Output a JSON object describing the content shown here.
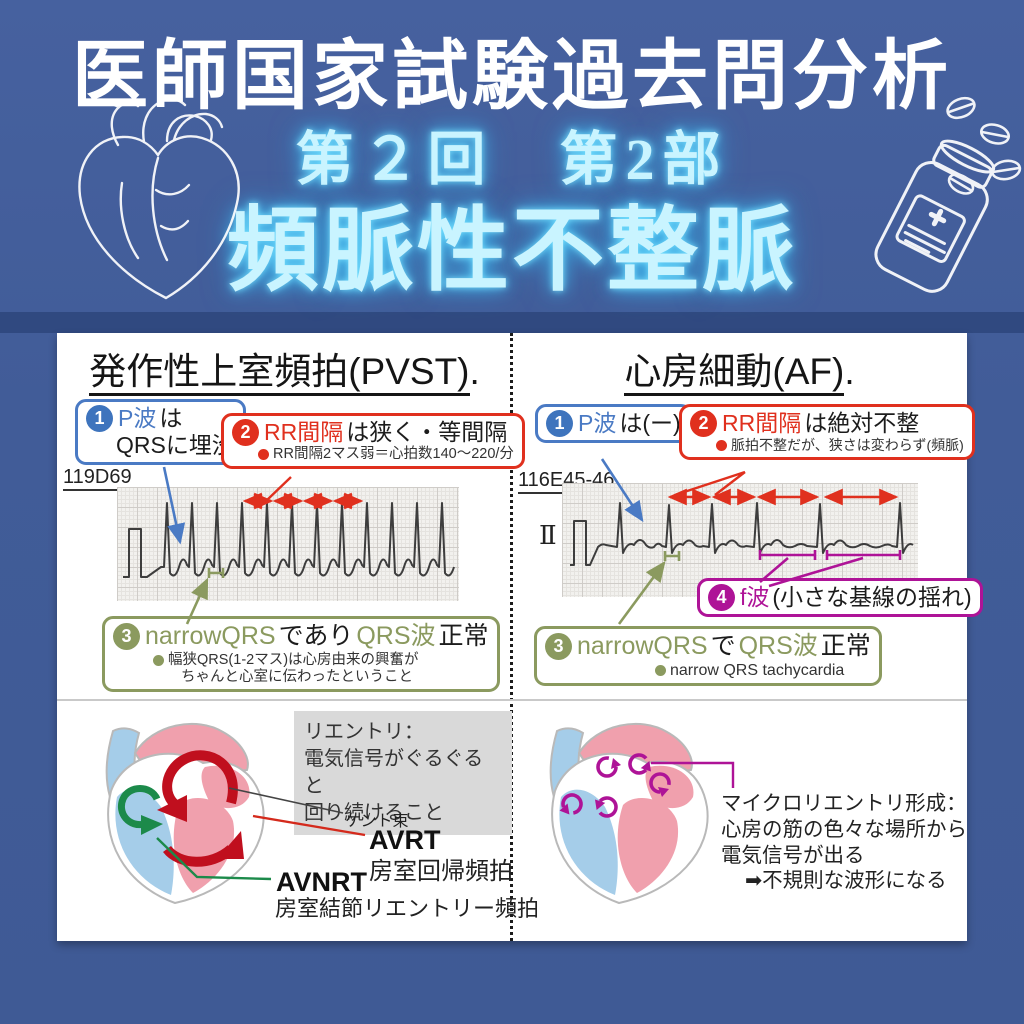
{
  "header": {
    "title": "医師国家試験過去問分析",
    "session": "第２回　第2部",
    "topic": "頻脈性不整脈"
  },
  "left": {
    "title": "発作性上室頻拍(PVST)",
    "title_period": ".",
    "case_id": "119D69",
    "point1": {
      "num": "1",
      "key": "P波",
      "rest": "は",
      "line2": "QRSに埋没"
    },
    "point2": {
      "num": "2",
      "key": "RR間隔",
      "rest": "は狭く・等間隔",
      "note": "RR間隔2マス弱＝心拍数140〜220/分"
    },
    "point3": {
      "num": "3",
      "seg1": "narrowQRS",
      "seg2": "であり",
      "seg3": "QRS波",
      "seg4": "正常",
      "note1": "幅狭QRS(1-2マス)は心房由来の興奮が",
      "note2": "ちゃんと心室に伝わったということ"
    },
    "reentry": {
      "line1": "リエントリ：",
      "line2": "電気信号がぐるぐると",
      "line3": "回り続けること"
    },
    "kent_label": "ケント束",
    "avrt_abbr": "AVRT",
    "avrt_name": "房室回帰頻拍",
    "avnrt_abbr": "AVNRT",
    "avnrt_name": "房室結節リエントリー頻拍"
  },
  "right": {
    "title": "心房細動(AF)",
    "title_period": ".",
    "case_id": "116E45-46",
    "lead_label": "Ⅱ",
    "point1": {
      "num": "1",
      "key": "P波",
      "rest": "は(ー)"
    },
    "point2": {
      "num": "2",
      "key": "RR間隔",
      "rest": "は絶対不整",
      "note": "脈拍不整だが、狭さは変わらず(頻脈)"
    },
    "point3": {
      "num": "3",
      "seg1": "narrowQRS",
      "seg2": "で",
      "seg3": "QRS波",
      "seg4": "正常",
      "note": "narrow QRS tachycardia"
    },
    "point4": {
      "num": "4",
      "key": "f波",
      "rest": "(小さな基線の揺れ)"
    },
    "micro": {
      "line1": "マイクロリエントリ形成：",
      "line2": "心房の筋の色々な場所から",
      "line3": "電気信号が出る",
      "line4": "➡不規則な波形になる"
    }
  },
  "colors": {
    "background": "#415c98",
    "glow_text": "#c9f4ff",
    "accent_blue": "#4a7ac4",
    "accent_red": "#e0301e",
    "accent_olive": "#8b9a5f",
    "accent_magenta": "#ae1397",
    "heart_pink": "#f0a0ad",
    "heart_blue": "#a5cde9",
    "reentry_red": "#c00f1e",
    "reentry_green": "#1c8a4a"
  }
}
